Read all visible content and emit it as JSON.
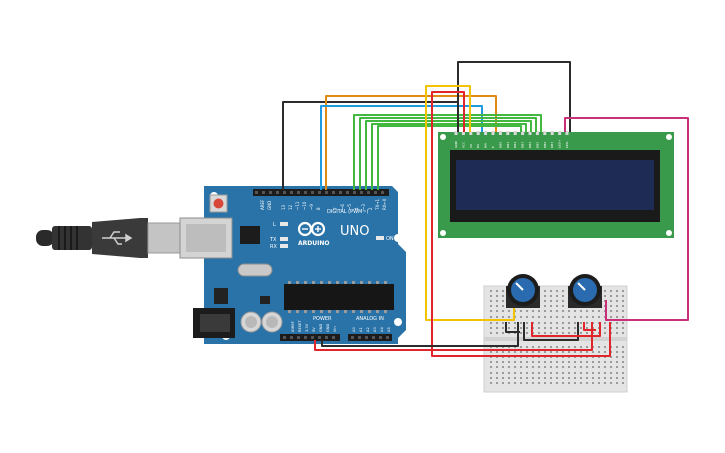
{
  "board": {
    "brand": "ARDUINO",
    "model": "UNO",
    "digital_label": "DIGITAL (PWM~)",
    "power_label": "POWER",
    "analog_label": "ANALOG IN",
    "on_label": "ON",
    "led_l": "L",
    "led_tx": "TX",
    "led_rx": "RX",
    "aref": "AREF",
    "gnd": "GND",
    "pins_digital": [
      "13",
      "12",
      "~11",
      "~10",
      "~9",
      "8",
      "7",
      "~6",
      "~5",
      "4",
      "~3",
      "2",
      "TX→1",
      "RX←0"
    ],
    "pins_power": [
      "IOREF",
      "RESET",
      "3.3V",
      "5V",
      "GND",
      "GND",
      "Vin"
    ],
    "pins_analog": [
      "A0",
      "A1",
      "A2",
      "A3",
      "A4",
      "A5"
    ]
  },
  "lcd": {
    "pin_labels": [
      "GND",
      "VCC",
      "V0",
      "RS",
      "RW",
      "E",
      "DB0",
      "DB1",
      "DB2",
      "DB3",
      "DB4",
      "DB5",
      "DB6",
      "DB7",
      "LED+",
      "LED-"
    ]
  },
  "colors": {
    "board": "#2a73a8",
    "lcd_pcb": "#3a9a4c",
    "lcd_screen": "#1d2b55",
    "wire_black": "#2b2b2b",
    "wire_orange": "#e08a14",
    "wire_blue": "#1e9be0",
    "wire_yellow": "#f2c400",
    "wire_green": "#42b840",
    "wire_magenta": "#c8307a",
    "wire_red": "#e0262a",
    "pot": "#2a6bb0"
  }
}
